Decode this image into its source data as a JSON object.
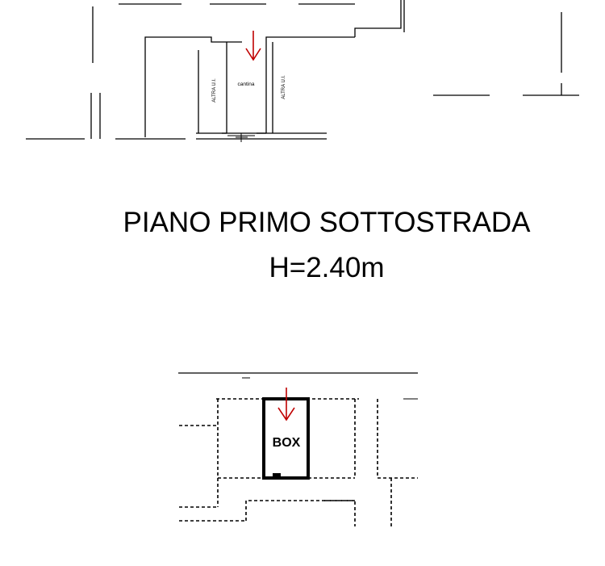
{
  "plan_top": {
    "room_label": "cantina",
    "left_neighbor_label": "ALTRA U.I.",
    "right_neighbor_label": "ALTRA U.I."
  },
  "floor_title": "PIANO PRIMO SOTTOSTRADA",
  "floor_height": "H=2.40m",
  "plan_bottom": {
    "room_label": "BOX"
  },
  "colors": {
    "lines": "#000000",
    "entry_arrow": "#c00000",
    "background": "#ffffff"
  }
}
